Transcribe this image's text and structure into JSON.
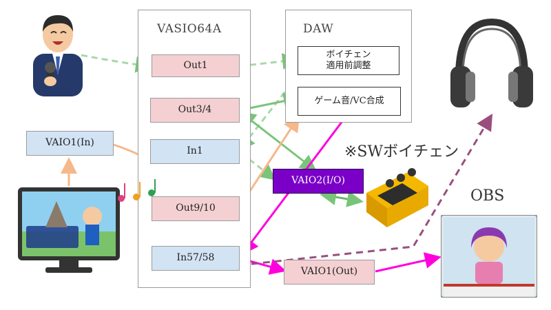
{
  "vasio": {
    "title": "VASIO64A",
    "out1": "Out1",
    "out34": "Out3/4",
    "in1": "In1",
    "out910": "Out9/10",
    "in5758": "In57/58"
  },
  "daw": {
    "title": "DAW",
    "box1_line1": "ボイチェン",
    "box1_line2": "適用前調整",
    "box2": "ゲーム音/VC合成"
  },
  "vaio1_in": "VAIO1(In)",
  "vaio2": "VAIO2(I/O)",
  "vaio1_out": "VAIO1(Out)",
  "sw_voice_changer": "※SWボイチェン",
  "obs": "OBS",
  "colors": {
    "green": "#7ac47a",
    "orange": "#f5b88a",
    "magenta": "#ff00dd",
    "plum": "#9a4e7e",
    "purple_box": "#7a00c8"
  }
}
